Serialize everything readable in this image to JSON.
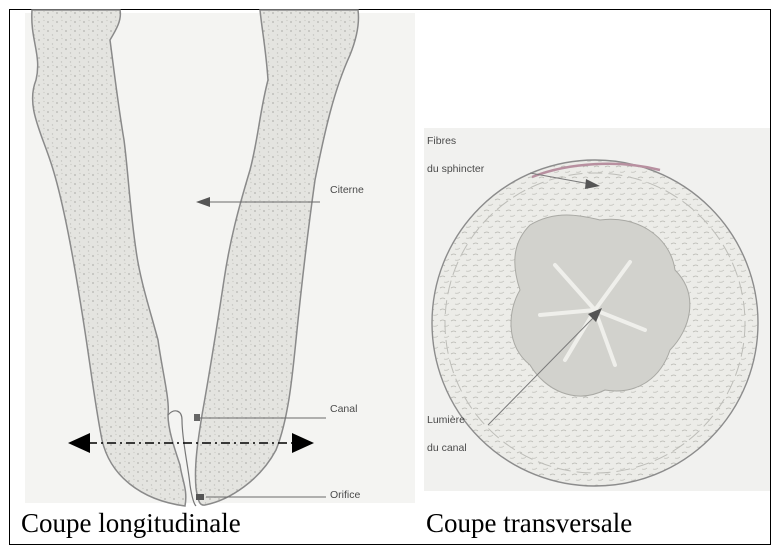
{
  "longitudinal": {
    "caption": "Coupe longitudinale",
    "labels": {
      "citerne": "Citerne",
      "canal": "Canal",
      "orifice": "Orifice"
    }
  },
  "transversal": {
    "caption": "Coupe transversale",
    "labels": {
      "fibres_line1": "Fibres",
      "fibres_line2": "du sphincter",
      "lumiere_line1": "Lumière",
      "lumiere_line2": "du canal"
    }
  },
  "colors": {
    "tissue_outline": "#8a8a8a",
    "tissue_fill": "#e2e2de",
    "arrow": "#000000"
  }
}
